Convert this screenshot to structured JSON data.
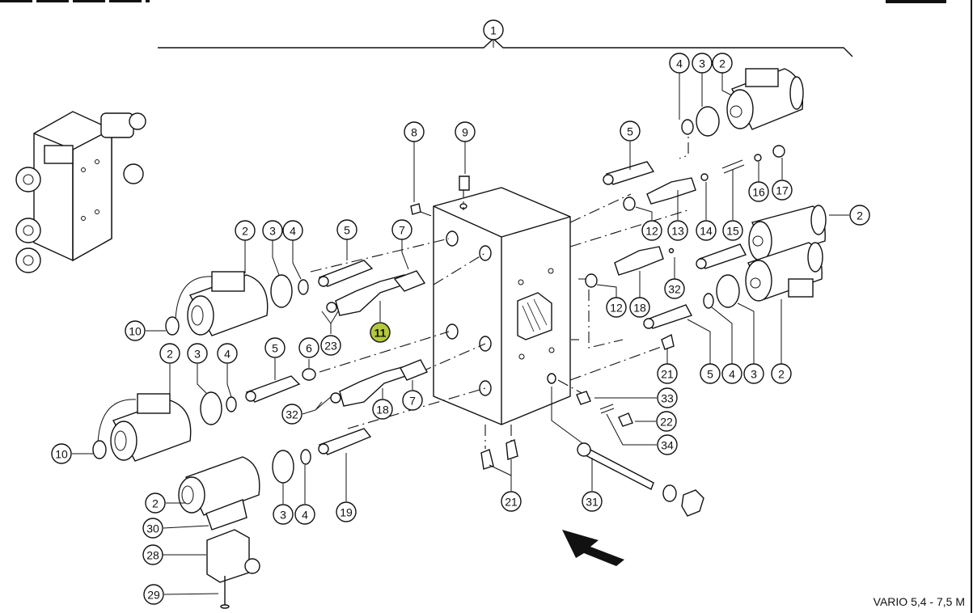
{
  "document": {
    "footer_label": "VARIO 5,4 - 7,5 M",
    "highlight_color": "#b5c93a",
    "highlighted_item": "11"
  },
  "callouts": [
    {
      "id": "c1",
      "label": "1"
    },
    {
      "id": "c2a",
      "label": "2"
    },
    {
      "id": "c3a",
      "label": "3"
    },
    {
      "id": "c4a",
      "label": "4"
    },
    {
      "id": "c2b",
      "label": "2"
    },
    {
      "id": "c3b",
      "label": "3"
    },
    {
      "id": "c4b",
      "label": "4"
    },
    {
      "id": "c5a",
      "label": "5"
    },
    {
      "id": "c2c",
      "label": "2"
    },
    {
      "id": "c3c",
      "label": "3"
    },
    {
      "id": "c4c",
      "label": "4"
    },
    {
      "id": "c5b",
      "label": "5"
    },
    {
      "id": "c6",
      "label": "6"
    },
    {
      "id": "c2d",
      "label": "2"
    },
    {
      "id": "c3d",
      "label": "3"
    },
    {
      "id": "c4d",
      "label": "4"
    },
    {
      "id": "c5c",
      "label": "5"
    },
    {
      "id": "c7a",
      "label": "7"
    },
    {
      "id": "c8",
      "label": "8"
    },
    {
      "id": "c9",
      "label": "9"
    },
    {
      "id": "c10a",
      "label": "10"
    },
    {
      "id": "c10b",
      "label": "10"
    },
    {
      "id": "c11",
      "label": "11"
    },
    {
      "id": "c23",
      "label": "23"
    },
    {
      "id": "c32a",
      "label": "32"
    },
    {
      "id": "c18a",
      "label": "18"
    },
    {
      "id": "c7b",
      "label": "7"
    },
    {
      "id": "c19",
      "label": "19"
    },
    {
      "id": "c3e",
      "label": "3"
    },
    {
      "id": "c4e",
      "label": "4"
    },
    {
      "id": "c2e",
      "label": "2"
    },
    {
      "id": "c30",
      "label": "30"
    },
    {
      "id": "c28",
      "label": "28"
    },
    {
      "id": "c29",
      "label": "29"
    },
    {
      "id": "c21a",
      "label": "21"
    },
    {
      "id": "c31",
      "label": "31"
    },
    {
      "id": "c5d",
      "label": "5"
    },
    {
      "id": "c12a",
      "label": "12"
    },
    {
      "id": "c13",
      "label": "13"
    },
    {
      "id": "c14",
      "label": "14"
    },
    {
      "id": "c15",
      "label": "15"
    },
    {
      "id": "c16",
      "label": "16"
    },
    {
      "id": "c17",
      "label": "17"
    },
    {
      "id": "c2f",
      "label": "2"
    },
    {
      "id": "c32b",
      "label": "32"
    },
    {
      "id": "c12b",
      "label": "12"
    },
    {
      "id": "c18b",
      "label": "18"
    },
    {
      "id": "c21b",
      "label": "21"
    },
    {
      "id": "c5e",
      "label": "5"
    },
    {
      "id": "c4f",
      "label": "4"
    },
    {
      "id": "c3f",
      "label": "3"
    },
    {
      "id": "c2g",
      "label": "2"
    },
    {
      "id": "c33",
      "label": "33"
    },
    {
      "id": "c22",
      "label": "22"
    },
    {
      "id": "c34",
      "label": "34"
    }
  ]
}
